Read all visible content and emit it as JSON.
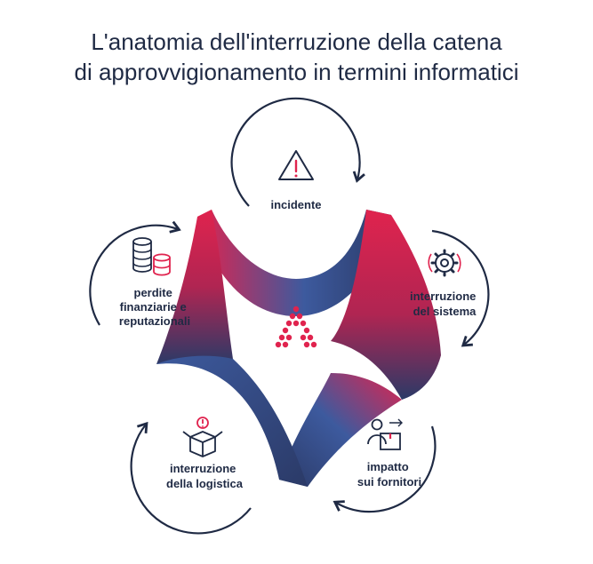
{
  "title": {
    "line1": "L'anatomia dell'interruzione della catena",
    "line2": "di approvvigionamento in termini informatici"
  },
  "nodes": [
    {
      "label_lines": [
        "incidente"
      ],
      "icon": "warning-icon"
    },
    {
      "label_lines": [
        "interruzione",
        "del sistema"
      ],
      "icon": "gear-icon"
    },
    {
      "label_lines": [
        "impatto",
        "sui fornitori"
      ],
      "icon": "box-person-icon"
    },
    {
      "label_lines": [
        "interruzione",
        "della logistica"
      ],
      "icon": "box-alert-icon"
    },
    {
      "label_lines": [
        "perdite",
        "finanziarie e",
        "reputazionali"
      ],
      "icon": "coins-icon"
    }
  ],
  "colors": {
    "navy": "#2b3a67",
    "blue": "#3d5a9e",
    "crimson": "#e0234e",
    "text": "#1f2a44"
  },
  "center_logo": "triangle-dots-logo"
}
